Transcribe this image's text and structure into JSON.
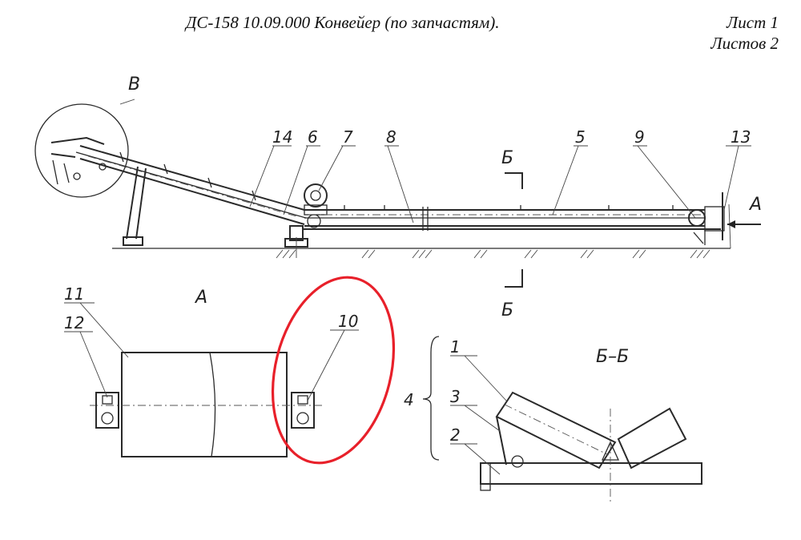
{
  "header": {
    "title": "ДС-158 10.09.000 Конвейер (по запчастям).",
    "sheet": "Лист 1",
    "sheets": "Листов 2"
  },
  "labels": {
    "view_v": "В",
    "view_a_arrow": "А",
    "view_a": "А",
    "section_top": "Б",
    "section_bottom": "Б",
    "section_bb": "Б–Б",
    "p1": "1",
    "p2": "2",
    "p3": "3",
    "p4": "4",
    "p5": "5",
    "p6": "6",
    "p7": "7",
    "p8": "8",
    "p9": "9",
    "p10": "10",
    "p11": "11",
    "p12": "12",
    "p13": "13",
    "p14": "14"
  },
  "highlight": {
    "color": "#e8202a"
  }
}
